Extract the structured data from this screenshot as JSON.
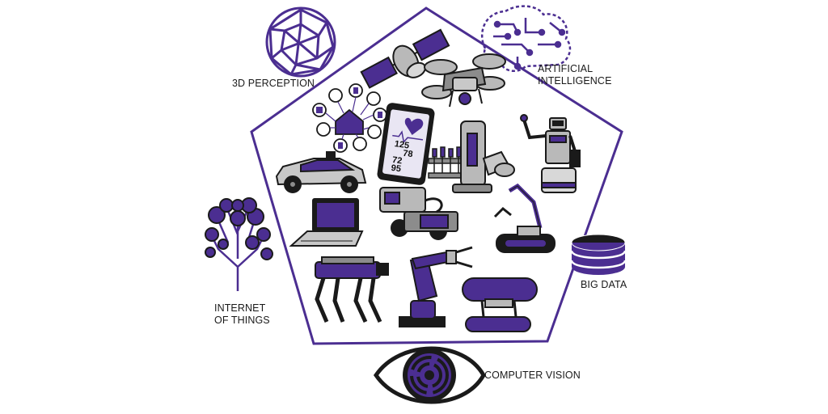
{
  "colors": {
    "accent": "#4b2e91",
    "accent_light": "#6a4bbf",
    "outline": "#1a1a1a",
    "gray": "#b9b9b9",
    "gray_dark": "#8c8c8c"
  },
  "labels": {
    "perception_3d": "3D PERCEPTION",
    "ai_line1": "ARTIFICIAL",
    "ai_line2": "INTELLIGENCE",
    "iot_line1": "INTERNET",
    "iot_line2": "OF THINGS",
    "big_data": "BIG DATA",
    "computer_vision": "COMPUTER VISION"
  },
  "phone_readings": [
    "125",
    "78",
    "72",
    "95"
  ],
  "icons": [
    "geodesic-sphere-icon",
    "satellite-icon",
    "circuit-brain-icon",
    "drone-icon",
    "smart-home-icon",
    "smartphone-health-icon",
    "pipette-rack-icon",
    "lab-robot-arm-icon",
    "humanoid-robot-icon",
    "self-driving-car-icon",
    "laptop-icon",
    "educational-robot-kit-icon",
    "tracked-robot-arm-icon",
    "network-tree-icon",
    "database-icon",
    "quadruped-robot-icon",
    "industrial-robot-arm-icon",
    "underwater-robot-icon",
    "eye-icon"
  ]
}
